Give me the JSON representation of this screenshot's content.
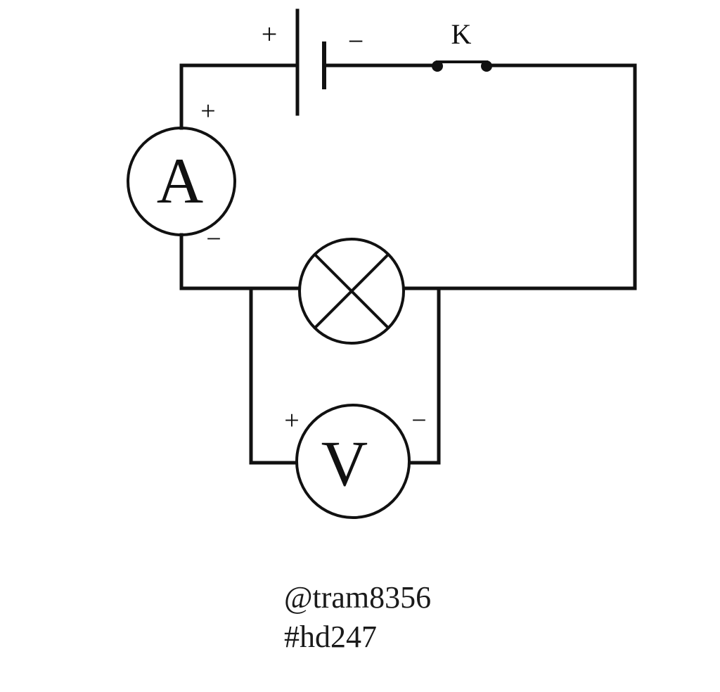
{
  "diagram": {
    "battery": {
      "plus_sign": "+",
      "minus_sign": "−"
    },
    "switch": {
      "label": "K"
    },
    "ammeter": {
      "symbol": "A",
      "plus_sign": "+",
      "minus_sign": "−"
    },
    "lamp": {},
    "voltmeter": {
      "symbol": "V",
      "plus_sign": "+",
      "minus_sign": "−"
    }
  },
  "credits": {
    "handle": "@tram8356",
    "tag": "#hd247"
  },
  "colors": {
    "line": "#111111",
    "background": "#ffffff"
  }
}
